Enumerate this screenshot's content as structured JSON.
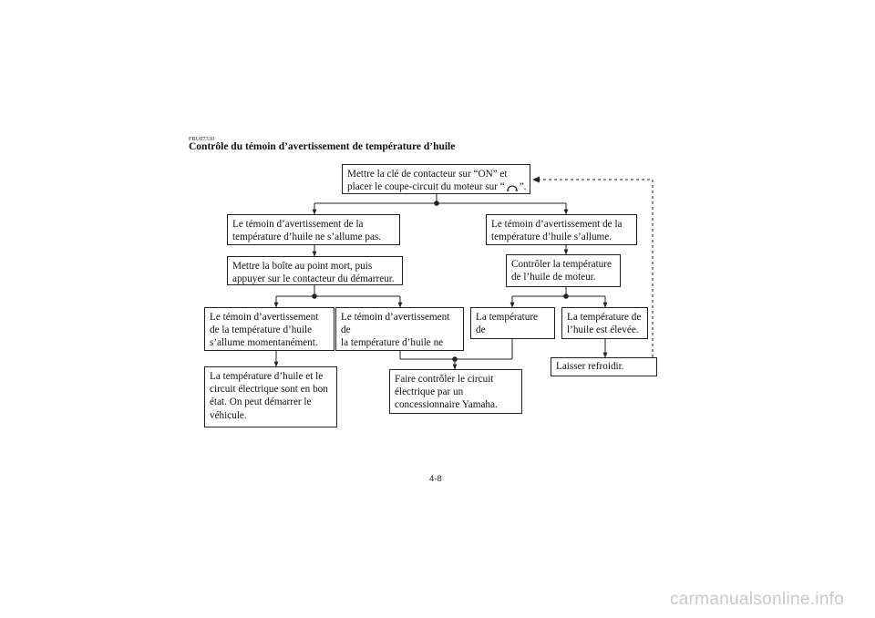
{
  "document": {
    "code": "FBU07330",
    "title": "Contrôle du témoin d’avertissement de température d’huile",
    "page_number": "4-8",
    "watermark": "carmanualsonline.info"
  },
  "flowchart": {
    "start_line1": "Mettre la clé de contacteur sur “ON” et",
    "start_line2_before": "placer le coupe-circuit du moteur sur “",
    "start_line2_after": "”.",
    "engine_stop_symbol": "engine-run-symbol-icon",
    "left_no_light": "Le témoin d’avertissement de la\ntempérature d’huile ne s’allume pas.",
    "right_light": "Le témoin d’avertissement de la\ntempérature d’huile s’allume.",
    "neutral_start": "Mettre la boîte au point mort, puis\nappuyer sur le contacteur du démarreur.",
    "check_temp": "Contrôler la température\nde l’huile de moteur.",
    "momentary": "Le témoin d’avertissement\nde la température d’huile\ns’allume momentanément.",
    "still_no_light": "Le témoin d’avertissement de\nla température d’huile ne\ns’allume pas.",
    "temp_low": "La température de\nl’huile est basse.",
    "temp_high": "La température de\nl’huile est élevée.",
    "let_cool": "Laisser refroidir.",
    "ok_result": "La température d’huile et le\ncircuit électrique sont en bon\nétat. On peut démarrer le\nvéhicule.",
    "dealer_check": "Faire contrôler le circuit\nélectrique par un\nconcessionnaire Yamaha."
  }
}
